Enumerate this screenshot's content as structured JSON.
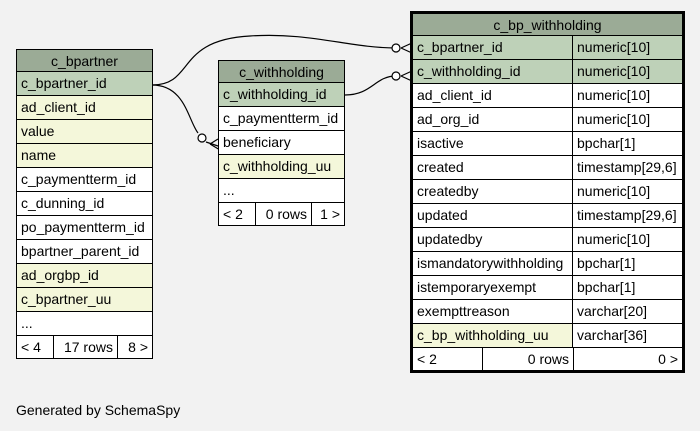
{
  "credit": "Generated by SchemaSpy",
  "c_bpartner": {
    "title": "c_bpartner",
    "columns": [
      "c_bpartner_id",
      "ad_client_id",
      "value",
      "name",
      "c_paymentterm_id",
      "c_dunning_id",
      "po_paymentterm_id",
      "bpartner_parent_id",
      "ad_orgbp_id",
      "c_bpartner_uu",
      "..."
    ],
    "footer": [
      "< 4",
      "17 rows",
      "8 >"
    ]
  },
  "c_withholding": {
    "title": "c_withholding",
    "columns": [
      "c_withholding_id",
      "c_paymentterm_id",
      "beneficiary",
      "c_withholding_uu",
      "..."
    ],
    "footer": [
      "< 2",
      "0 rows",
      "1 >"
    ]
  },
  "c_bp_withholding": {
    "title": "c_bp_withholding",
    "columns": [
      [
        "c_bpartner_id",
        "numeric[10]"
      ],
      [
        "c_withholding_id",
        "numeric[10]"
      ],
      [
        "ad_client_id",
        "numeric[10]"
      ],
      [
        "ad_org_id",
        "numeric[10]"
      ],
      [
        "isactive",
        "bpchar[1]"
      ],
      [
        "created",
        "timestamp[29,6]"
      ],
      [
        "createdby",
        "numeric[10]"
      ],
      [
        "updated",
        "timestamp[29,6]"
      ],
      [
        "updatedby",
        "numeric[10]"
      ],
      [
        "ismandatorywithholding",
        "bpchar[1]"
      ],
      [
        "istemporaryexempt",
        "bpchar[1]"
      ],
      [
        "exempttreason",
        "varchar[20]"
      ],
      [
        "c_bp_withholding_uu",
        "varchar[36]"
      ]
    ],
    "footer": [
      "< 2",
      "0 rows",
      "0 >"
    ]
  }
}
